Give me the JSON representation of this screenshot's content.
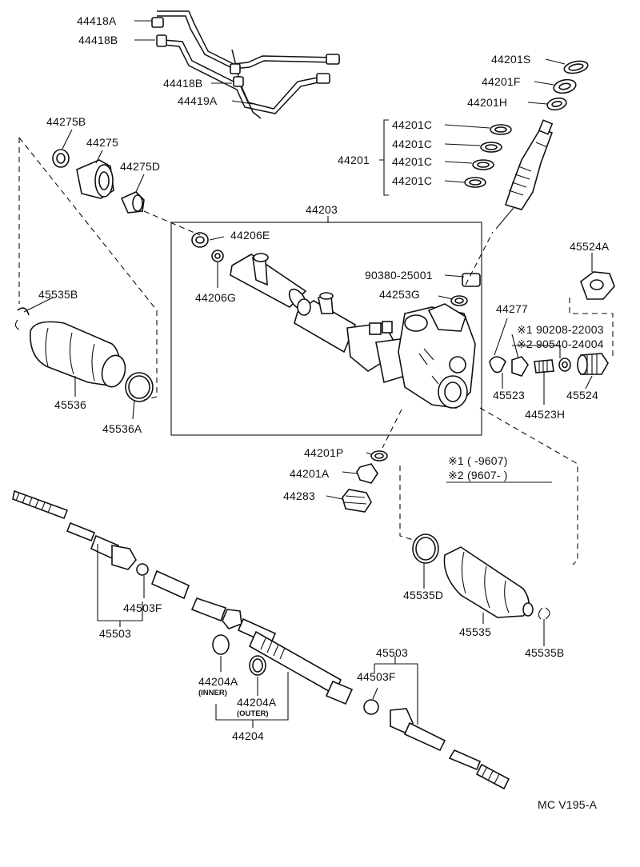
{
  "labels": {
    "p44418A": "44418A",
    "p44418B_top": "44418B",
    "p44418B_mid": "44418B",
    "p44419A": "44419A",
    "p44201S": "44201S",
    "p44201F": "44201F",
    "p44201H": "44201H",
    "p44201C_1": "44201C",
    "p44201C_2": "44201C",
    "p44201C_3": "44201C",
    "p44201C_4": "44201C",
    "p44201": "44201",
    "p44275B": "44275B",
    "p44275": "44275",
    "p44275D": "44275D",
    "p44203": "44203",
    "p44206E": "44206E",
    "p44206G": "44206G",
    "p90380": "90380-25001",
    "p44253G": "44253G",
    "p45524A": "45524A",
    "p44277": "44277",
    "p90208": "※1 90208-22003",
    "p90540": "※2 90540-24004",
    "p45523": "45523",
    "p44523H": "44523H",
    "p45524": "45524",
    "p45535B_top": "45535B",
    "p45536": "45536",
    "p45536A": "45536A",
    "p44201P": "44201P",
    "p44201A": "44201A",
    "p44283": "44283",
    "note1": "※1 (       -9607)",
    "note2": "※2 (9607-         )",
    "p45535D": "45535D",
    "p45535": "45535",
    "p45535B_bot": "45535B",
    "p44503F_left": "44503F",
    "p45503_left": "45503",
    "p45503_right": "45503",
    "p44503F_right": "44503F",
    "p44204A_inner": "44204A",
    "inner_note": "(INNER)",
    "p44204A_outer": "44204A",
    "outer_note": "(OUTER)",
    "p44204": "44204",
    "code": "MC V195-A"
  }
}
